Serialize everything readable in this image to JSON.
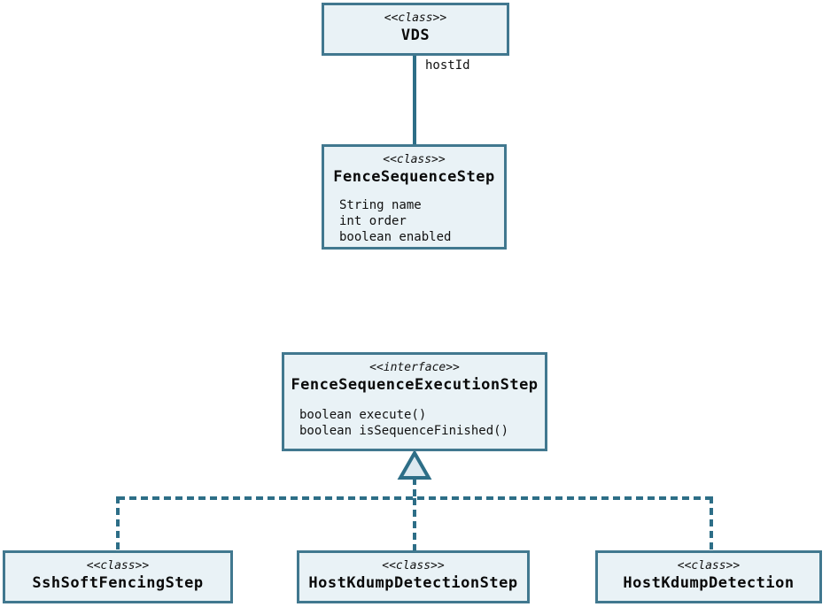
{
  "diagram": {
    "type": "uml-class-diagram",
    "colors": {
      "node_border": "#41788f",
      "node_fill": "#e9f2f6",
      "edge": "#2d6e87",
      "arrowhead_fill": "#dde9f0",
      "text": "#111111",
      "background": "#ffffff"
    },
    "nodes": {
      "vds": {
        "stereotype": "<<class>>",
        "name": "VDS"
      },
      "fence_sequence_step": {
        "stereotype": "<<class>>",
        "name": "FenceSequenceStep",
        "attributes": [
          "String name",
          "int order",
          "boolean enabled"
        ]
      },
      "fence_sequence_execution_step": {
        "stereotype": "<<interface>>",
        "name": "FenceSequenceExecutionStep",
        "methods": [
          "boolean execute()",
          "boolean isSequenceFinished()"
        ]
      },
      "ssh_soft_fencing_step": {
        "stereotype": "<<class>>",
        "name": "SshSoftFencingStep"
      },
      "host_kdump_detection_step": {
        "stereotype": "<<class>>",
        "name": "HostKdumpDetectionStep"
      },
      "host_kdump_detection": {
        "stereotype": "<<class>>",
        "name": "HostKdumpDetection"
      }
    },
    "edges": {
      "association": {
        "from": "VDS",
        "to": "FenceSequenceStep",
        "label": "hostId",
        "style": "solid"
      },
      "realizations": {
        "target": "FenceSequenceExecutionStep",
        "sources": [
          "SshSoftFencingStep",
          "HostKdumpDetectionStep",
          "HostKdumpDetection"
        ],
        "style": "dashed",
        "arrowhead": "hollow-triangle"
      }
    }
  }
}
